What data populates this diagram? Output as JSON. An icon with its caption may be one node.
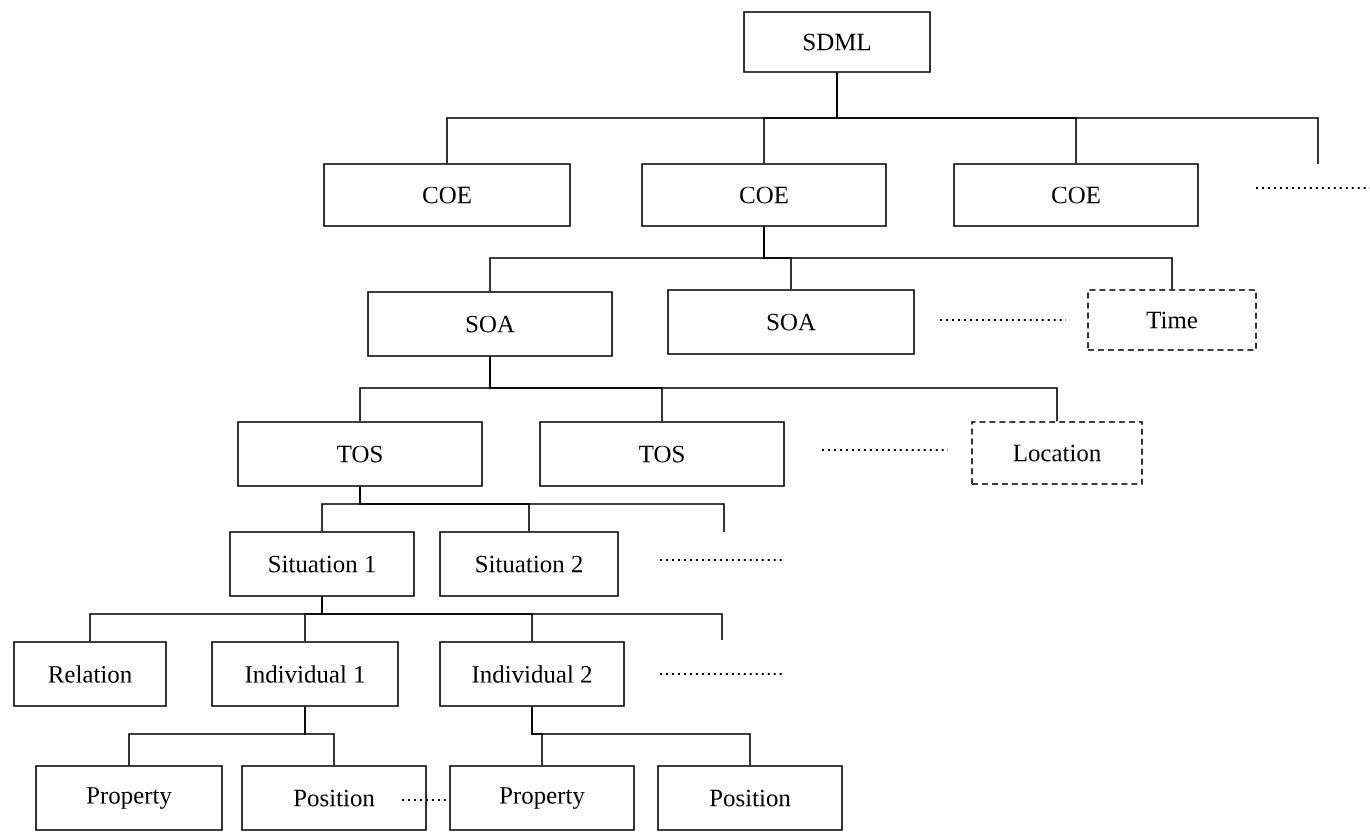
{
  "diagram": {
    "nodes": [
      {
        "text": [
          "SDML"
        ]
      },
      {
        "text": [
          "COE"
        ]
      },
      {
        "text": [
          "COE"
        ]
      },
      {
        "text": [
          "COE"
        ]
      },
      {
        "text": [
          "SOA"
        ]
      },
      {
        "text": [
          "SOA"
        ]
      },
      {
        "text": [
          "Time"
        ]
      },
      {
        "text": [
          "TOS"
        ]
      },
      {
        "text": [
          "TOS"
        ]
      },
      {
        "text": [
          "Location"
        ]
      },
      {
        "text": [
          "Situation 1"
        ]
      },
      {
        "text": [
          "Situation 2"
        ]
      },
      {
        "text": [
          "Relation"
        ]
      },
      {
        "text": [
          "Individual 1"
        ]
      },
      {
        "text": [
          "Individual 2"
        ]
      },
      {
        "text": [
          "Property"
        ]
      },
      {
        "text": [
          "Position"
        ]
      },
      {
        "text": [
          "Property"
        ]
      },
      {
        "text": [
          "Position"
        ]
      }
    ],
    "edges": [
      {
        "from": 0,
        "to": 1,
        "arrow": "none"
      },
      {
        "from": 0,
        "to": 2,
        "arrow": "none"
      },
      {
        "from": 0,
        "to": 3,
        "arrow": "none"
      },
      {
        "from": 0,
        "to": null,
        "arrow": "none"
      },
      {
        "from": 2,
        "to": 4,
        "arrow": "none"
      },
      {
        "from": 2,
        "to": 5,
        "arrow": "none"
      },
      {
        "from": 2,
        "to": 6,
        "arrow": "none"
      },
      {
        "from": 4,
        "to": 7,
        "arrow": "none"
      },
      {
        "from": 4,
        "to": 8,
        "arrow": "none"
      },
      {
        "from": 4,
        "to": 9,
        "arrow": "none"
      },
      {
        "from": 7,
        "to": 10,
        "arrow": "none"
      },
      {
        "from": 7,
        "to": 11,
        "arrow": "none"
      },
      {
        "from": 7,
        "to": null,
        "arrow": "none"
      },
      {
        "from": 10,
        "to": 12,
        "arrow": "none"
      },
      {
        "from": 10,
        "to": 13,
        "arrow": "none"
      },
      {
        "from": 10,
        "to": 14,
        "arrow": "none"
      },
      {
        "from": 10,
        "to": null,
        "arrow": "none"
      },
      {
        "from": 13,
        "to": 15,
        "arrow": "none"
      },
      {
        "from": 13,
        "to": 16,
        "arrow": "none"
      },
      {
        "from": 14,
        "to": 17,
        "arrow": "none"
      },
      {
        "from": 14,
        "to": 18,
        "arrow": "none"
      }
    ]
  }
}
